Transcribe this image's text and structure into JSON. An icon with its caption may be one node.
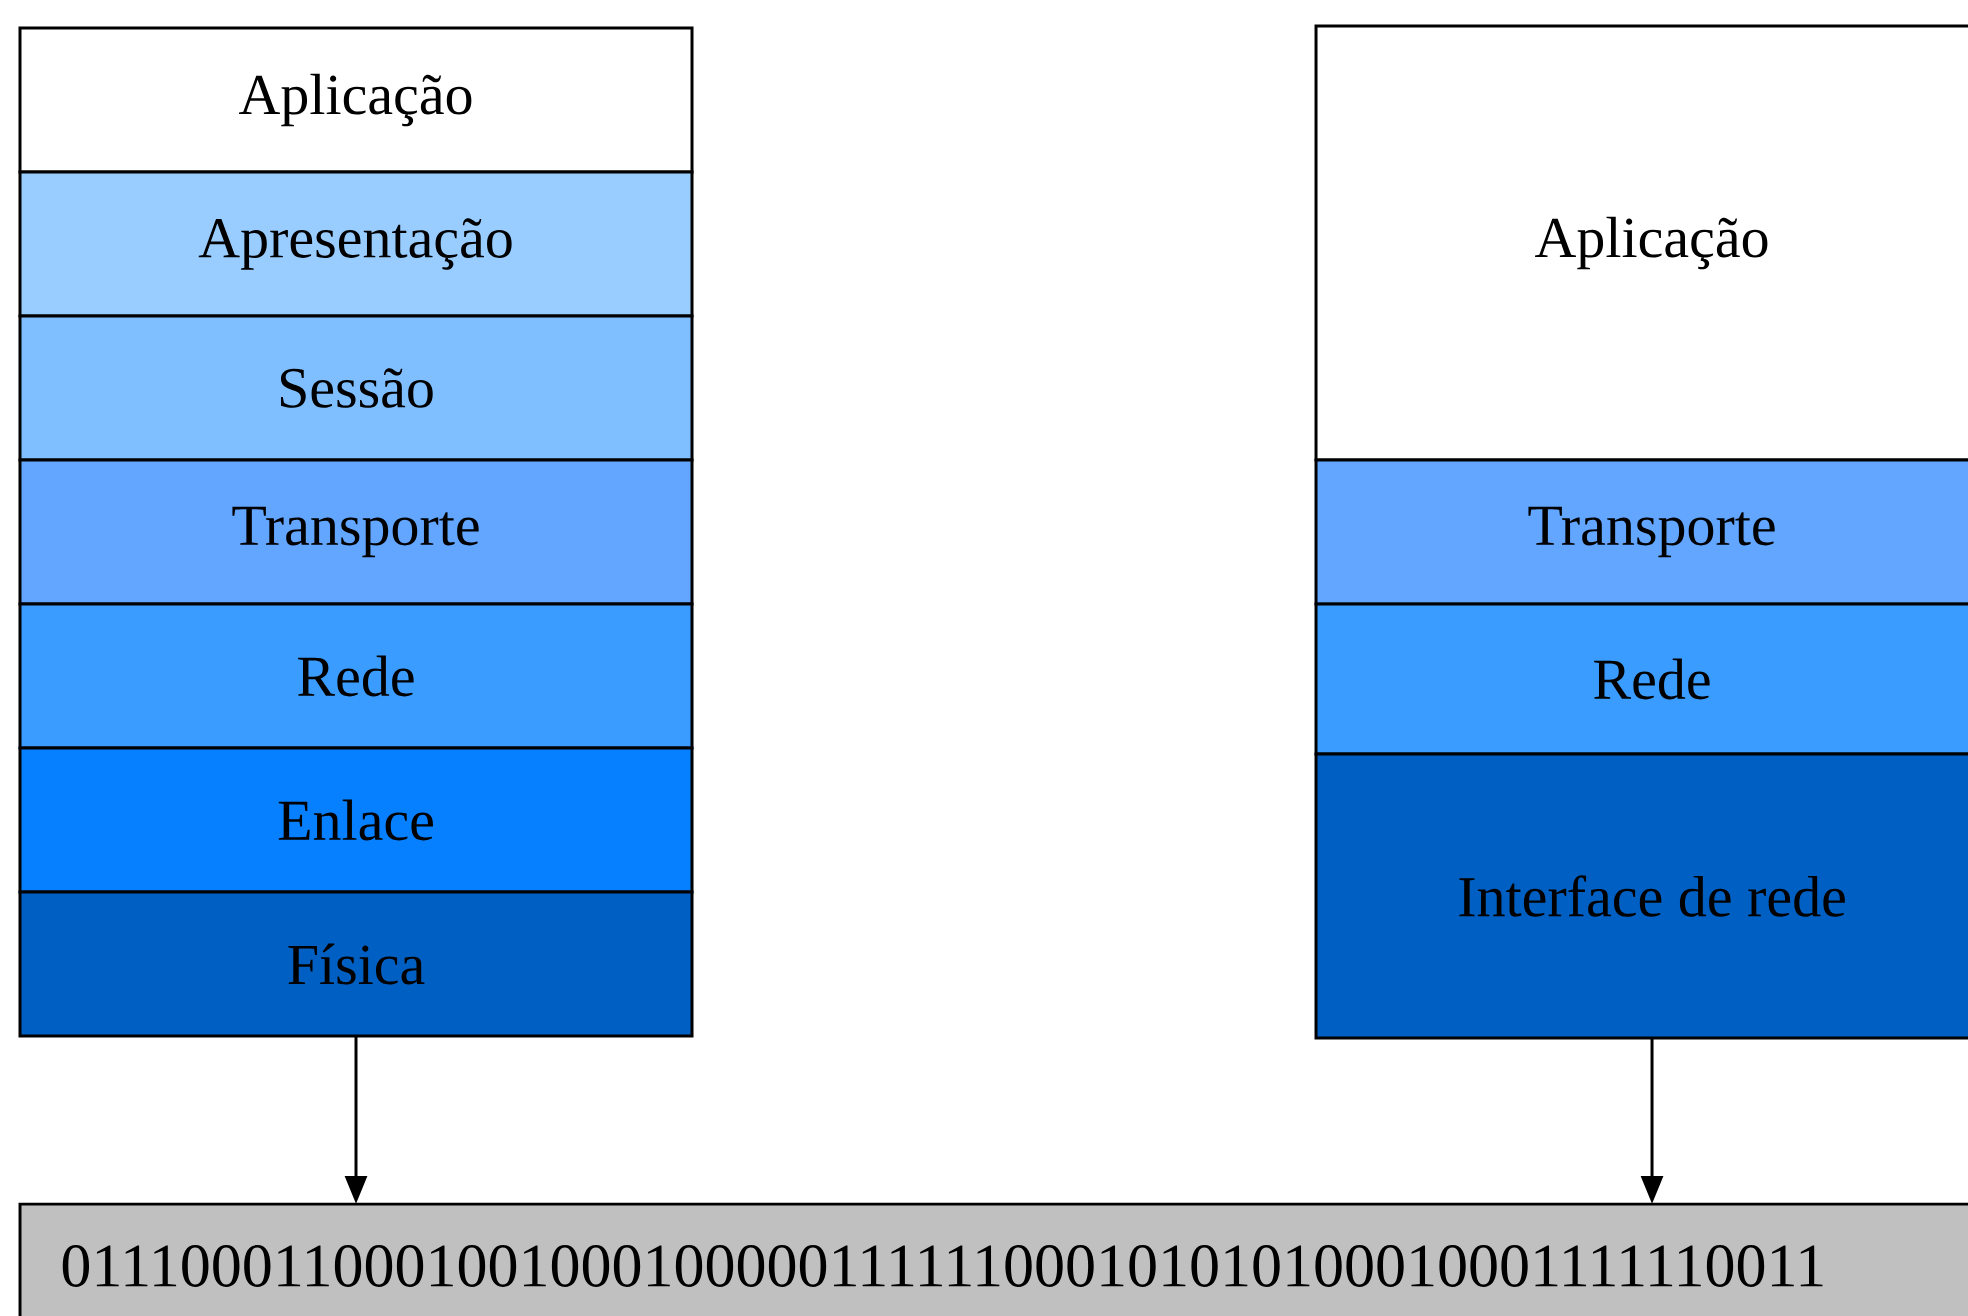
{
  "diagram": {
    "nodes": [
      {
        "text": [
          "Aplicação"
        ]
      },
      {
        "text": [
          "Apresentação"
        ]
      },
      {
        "text": [
          "Sessão"
        ]
      },
      {
        "text": [
          "Transporte"
        ]
      },
      {
        "text": [
          "Rede"
        ]
      },
      {
        "text": [
          "Enlace"
        ]
      },
      {
        "text": [
          "Física"
        ]
      },
      {
        "text": [
          "Aplicação"
        ]
      },
      {
        "text": [
          "Transporte"
        ]
      },
      {
        "text": [
          "Rede"
        ]
      },
      {
        "text": [
          "Interface de rede"
        ]
      },
      {
        "text": [
          "0111000110001001000100000111111000101010100010001111110011"
        ]
      }
    ],
    "edges": [
      {
        "from": 6,
        "to": 11,
        "arrow": "to"
      },
      {
        "from": 10,
        "to": 11,
        "arrow": "to"
      }
    ]
  }
}
